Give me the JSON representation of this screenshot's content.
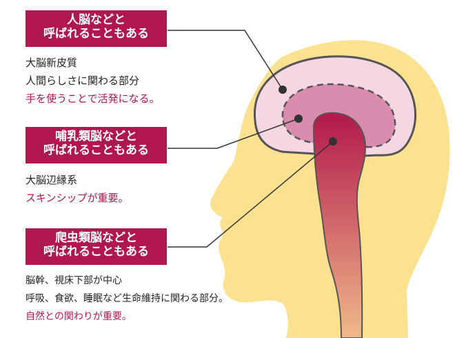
{
  "labels": [
    {
      "title_lines": [
        "人脳などと",
        "呼ばれることもある"
      ],
      "desc_lines": [
        "大脳新皮質",
        "人間らしさに関わる部分"
      ],
      "accent_line": "手を使うことで活発になる。"
    },
    {
      "title_lines": [
        "哺乳類脳などと",
        "呼ばれることもある"
      ],
      "desc_lines": [
        "大脳辺縁系"
      ],
      "accent_line": "スキンシップが重要。"
    },
    {
      "title_lines": [
        "爬虫類脳などと",
        "呼ばれることもある"
      ],
      "desc_lines": [
        "脳幹、視床下部が中心",
        "呼吸、食欲、睡眠など生命維持に関わる部分。"
      ],
      "accent_line": "自然との関わりが重要。"
    }
  ],
  "colors": {
    "label_bg": "#b0174f",
    "head": "#fbe190",
    "outer_brain": "#f5d6e3",
    "limbic": "#d98cad",
    "stem_top": "#b2184c",
    "stem_bottom": "#f0b98a",
    "outline": "#555555"
  }
}
